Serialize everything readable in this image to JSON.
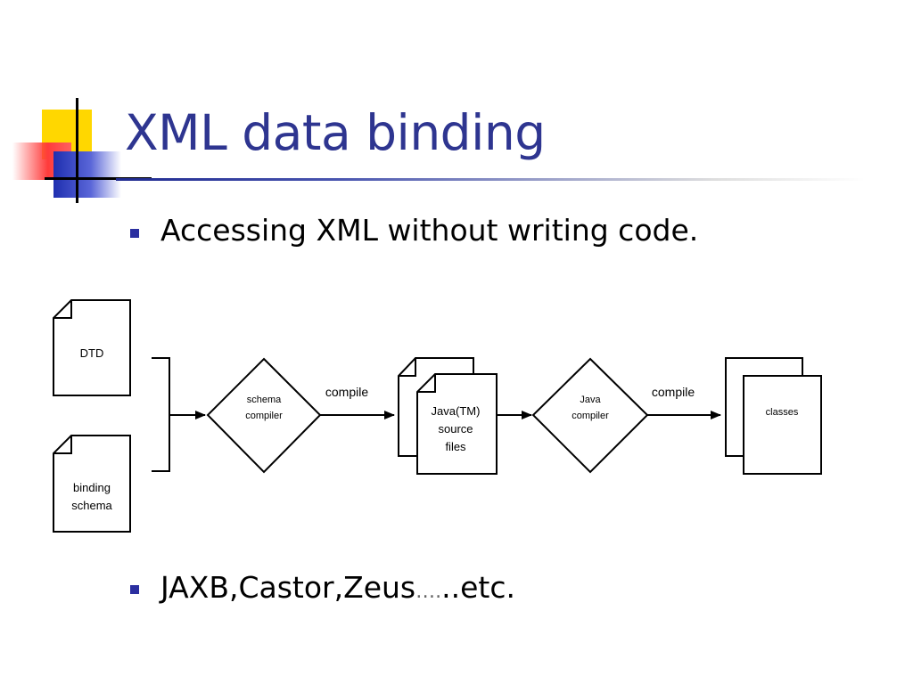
{
  "slide": {
    "title": "XML data binding",
    "bullets": [
      {
        "text": "Accessing XML without writing code."
      },
      {
        "text_main": "JAXB,Castor,Zeus",
        "text_ellipsis": "….",
        "text_end": "..etc."
      }
    ]
  },
  "diagram": {
    "dtd_label": "DTD",
    "binding_label_1": "binding",
    "binding_label_2": "schema",
    "schema_compiler_1": "schema",
    "schema_compiler_2": "compiler",
    "compile_label_1": "compile",
    "java_source_1": "Java(TM)",
    "java_source_2": "source",
    "java_source_3": "files",
    "java_compiler_1": "Java",
    "java_compiler_2": "compiler",
    "compile_label_2": "compile",
    "classes_label": "classes"
  },
  "colors": {
    "title": "#2e3590",
    "bullet": "#2b2fa0",
    "accent_yellow": "#ffd700",
    "accent_red": "#ff3b3b",
    "accent_blue": "#1f2fb0"
  }
}
